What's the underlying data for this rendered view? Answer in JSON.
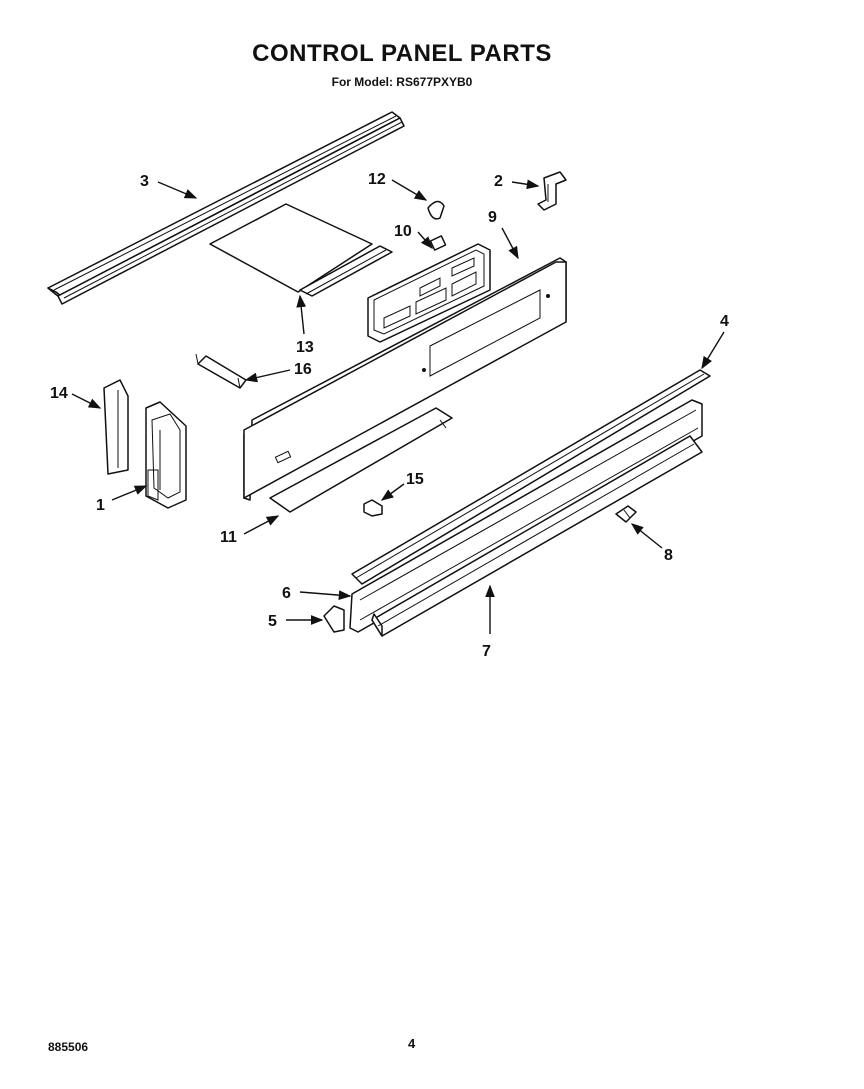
{
  "title": "CONTROL PANEL PARTS",
  "subtitle": "For Model: RS677PXYB0",
  "footer": {
    "doc_number": "885506",
    "page_number": "4"
  },
  "callouts": {
    "c1": "1",
    "c2": "2",
    "c3": "3",
    "c4": "4",
    "c5": "5",
    "c6": "6",
    "c7": "7",
    "c8": "8",
    "c9": "9",
    "c10": "10",
    "c11": "11",
    "c12": "12",
    "c13": "13",
    "c14": "14",
    "c15": "15",
    "c16": "16"
  }
}
